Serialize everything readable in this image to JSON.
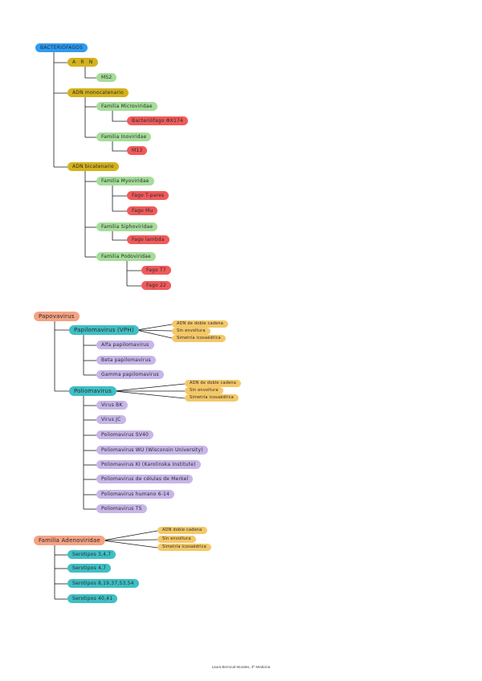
{
  "tree1": {
    "root": "BACTERIÓFAGOS",
    "arn": "A R N",
    "ms2": "MS2",
    "adn_mono": "ADN monocatenario",
    "microviridae": "Familia Microviridae",
    "phix174": "Bacteriófago ΦX174",
    "inoviridae": "Familia Inoviridae",
    "m13": "M13",
    "adn_bi": "ADN bicatenario",
    "myoviridae": "Familia Myoviridae",
    "t_par": "Fago T-pares",
    "mu": "Fago Mu",
    "siphoviridae": "Familia Siphoviridae",
    "lambda": "Fago lambda",
    "podoviridae": "Familia Podoviridae",
    "t7": "Fago T7",
    "p22": "Fago 22"
  },
  "tree2": {
    "root": "Papovavirus",
    "papiloma": "Papilomavirus (VPH)",
    "alfa": "Alfa papilomavirus",
    "beta": "Beta papilomavirus",
    "gamma": "Gamma papilomavirus",
    "polioma": "Poliomavirus",
    "bk": "Virus BK",
    "jc": "Virus JC",
    "sv40": "Poliomavirus SV40",
    "wu": "Poliomavirus WU (Wisconsin University)",
    "ki": "Poliomavirus KI (Karolinska Institute)",
    "merkel": "Poliomavirus de células de Merkel",
    "h6": "Poliomavirus humano 6-14",
    "ts": "Poliomavirus TS",
    "papiloma_props": [
      "ADN de doble cadena",
      "Sin envoltura",
      "Simetría icosaédrica"
    ],
    "polioma_props": [
      "ADN de doble cadena",
      "Sin envoltura",
      "Simetría icosaédrica"
    ]
  },
  "tree3": {
    "root": "Familia Adenoviridae",
    "s1": "Serotipos 3,4,7",
    "s2": "Serotipos 4,7",
    "s3": "Serotipos 8,19,37,53,54",
    "s4": "Serotipos 40,41",
    "props": [
      "ADN doble cadena",
      "Sin envoltura",
      "Simetría icosaédrica"
    ]
  },
  "footer": "Laura Berrocal Morales, 3º Medicina"
}
